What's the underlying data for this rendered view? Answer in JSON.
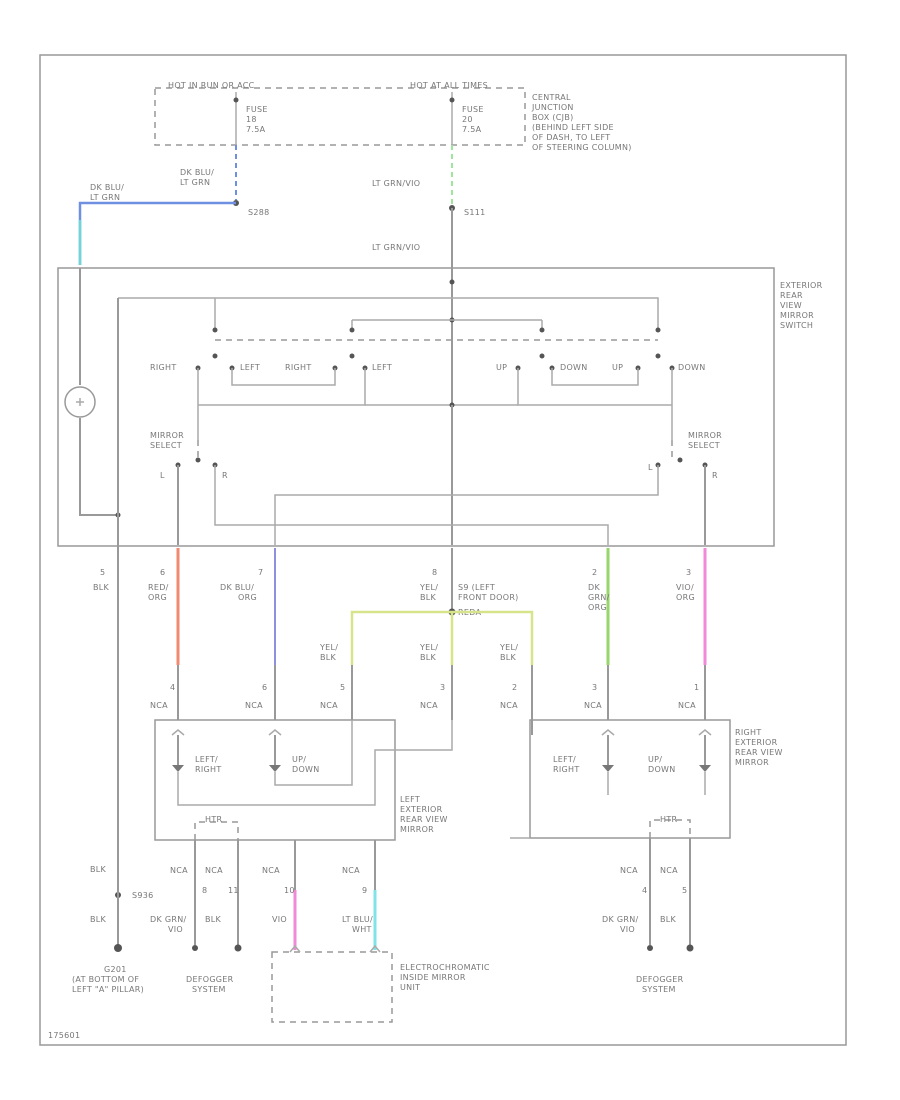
{
  "fuses": {
    "hot_run_start": "HOT IN RUN OR ACC",
    "hot_all_times": "HOT AT ALL TIMES",
    "fuse1_label": "FUSE",
    "fuse1_num": "18",
    "fuse1_amp": "7.5A",
    "fuse2_label": "FUSE",
    "fuse2_num": "20",
    "fuse2_amp": "7.5A",
    "junction_line1": "CENTRAL",
    "junction_line2": "JUNCTION",
    "junction_line3": "BOX (CJB)",
    "junction_line4": "(BEHIND LEFT SIDE",
    "junction_line5": "OF DASH, TO LEFT",
    "junction_line6": "OF STEERING COLUMN)"
  },
  "top_wires": {
    "dkblu_ltgrn_a1": "DK BLU/",
    "dkblu_ltgrn_a2": "LT GRN",
    "dkblu_ltgrn_b1": "DK BLU/",
    "dkblu_ltgrn_b2": "LT GRN",
    "splice1": "S288",
    "ltgrn_vio_1": "LT GRN/VIO",
    "splice2": "S111",
    "ltgrn_vio_2": "LT GRN/VIO"
  },
  "switch": {
    "title_1": "EXTERIOR",
    "title_2": "REAR",
    "title_3": "VIEW",
    "title_4": "MIRROR",
    "title_5": "SWITCH",
    "right_a": "RIGHT",
    "left_a": "LEFT",
    "right_b": "RIGHT",
    "left_b": "LEFT",
    "up_a": "UP",
    "down_a": "DOWN",
    "up_b": "UP",
    "down_b": "DOWN",
    "mirror_select_l1": "MIRROR",
    "mirror_select_l2": "SELECT",
    "mirror_select_r1": "MIRROR",
    "mirror_select_r2": "SELECT",
    "pos_l": "L",
    "pos_r": "R",
    "pos_l2": "L",
    "pos_r2": "R"
  },
  "harness": {
    "pin1_num": "5",
    "pin1_color": "BLK",
    "pin2_num": "6",
    "pin2_color1": "RED/",
    "pin2_color2": "ORG",
    "pin3_num": "7",
    "pin3_color1": "DK BLU/",
    "pin3_color2": "ORG",
    "pin4_num": "8",
    "pin4_color1": "YEL/",
    "pin4_color2": "BLK",
    "pin5_num": "2",
    "pin5_color1": "DK",
    "pin5_color2": "GRN/",
    "pin5_color3": "ORG",
    "pin6_num": "3",
    "pin6_color1": "VIO/",
    "pin6_color2": "ORG",
    "splice_label1": "S9 (LEFT",
    "splice_label2": "FRONT DOOR)",
    "splice_label3": "REDA",
    "yel_blk_a1": "YEL/",
    "yel_blk_a2": "BLK",
    "yel_blk_b1": "YEL/",
    "yel_blk_b2": "BLK",
    "yel_blk_c1": "YEL/",
    "yel_blk_c2": "BLK"
  },
  "left_mirror": {
    "c1_num": "4",
    "c1_label": "NCA",
    "c2_num": "6",
    "c2_label": "NCA",
    "c3_num": "5",
    "c3_label": "NCA",
    "c4_num": "3",
    "c4_label": "NCA",
    "motor1_1": "LEFT/",
    "motor1_2": "RIGHT",
    "motor2_1": "UP/",
    "motor2_2": "DOWN",
    "title_1": "LEFT",
    "title_2": "EXTERIOR",
    "title_3": "REAR VIEW",
    "title_4": "MIRROR",
    "heater": "HTR"
  },
  "right_mirror": {
    "c1_num": "2",
    "c1_label": "NCA",
    "c2_num": "3",
    "c2_label": "NCA",
    "c3_num": "1",
    "c3_label": "NCA",
    "motor1_1": "LEFT/",
    "motor1_2": "RIGHT",
    "motor2_1": "UP/",
    "motor2_2": "DOWN",
    "title_1": "RIGHT",
    "title_2": "EXTERIOR",
    "title_3": "REAR VIEW",
    "title_4": "MIRROR",
    "heater": "HTR"
  },
  "bottom": {
    "blk_1": "BLK",
    "splice": "S936",
    "blk_2": "BLK",
    "ground_1": "G201",
    "ground_2": "(AT BOTTOM OF",
    "ground_3": "LEFT \"A\" PILLAR)",
    "nca_1": "NCA",
    "nca_1_pin": "8",
    "nca_2": "NCA",
    "nca_2_pin": "11",
    "dkgrn_vio_1": "DK GRN/",
    "dkgrn_vio_2": "VIO",
    "blk_3": "BLK",
    "defogger_1": "DEFOGGER",
    "defogger_2": "SYSTEM",
    "nca_3": "NCA",
    "nca_3_pin": "10",
    "vio_1": "VIO",
    "nca_4": "NCA",
    "nca_4_pin": "9",
    "ltblu_wht_1": "LT BLU/",
    "ltblu_wht_2": "WHT",
    "ec_1": "ELECTROCHROMATIC",
    "ec_2": "INSIDE MIRROR",
    "ec_3": "UNIT",
    "nca_5": "NCA",
    "nca_5_pin": "4",
    "nca_6": "NCA",
    "nca_6_pin": "5",
    "dkgrn_vio_3": "DK GRN/",
    "dkgrn_vio_4": "VIO",
    "blk_4": "BLK",
    "defogger_3": "DEFOGGER",
    "defogger_4": "SYSTEM",
    "fig_id": "175601"
  },
  "wire_colors": {
    "dk_blu_lt_grn": "#6f8fe0",
    "lt_grn": "#9ee59e",
    "red_org": "#f08a70",
    "dk_blu_org": "#8f8fe0",
    "yel_blk": "#d8e48a",
    "dk_grn_org": "#96d66a",
    "vio_org": "#f08ad8",
    "vio": "#f08ad8",
    "lt_blu_wht": "#7fe3e8"
  }
}
